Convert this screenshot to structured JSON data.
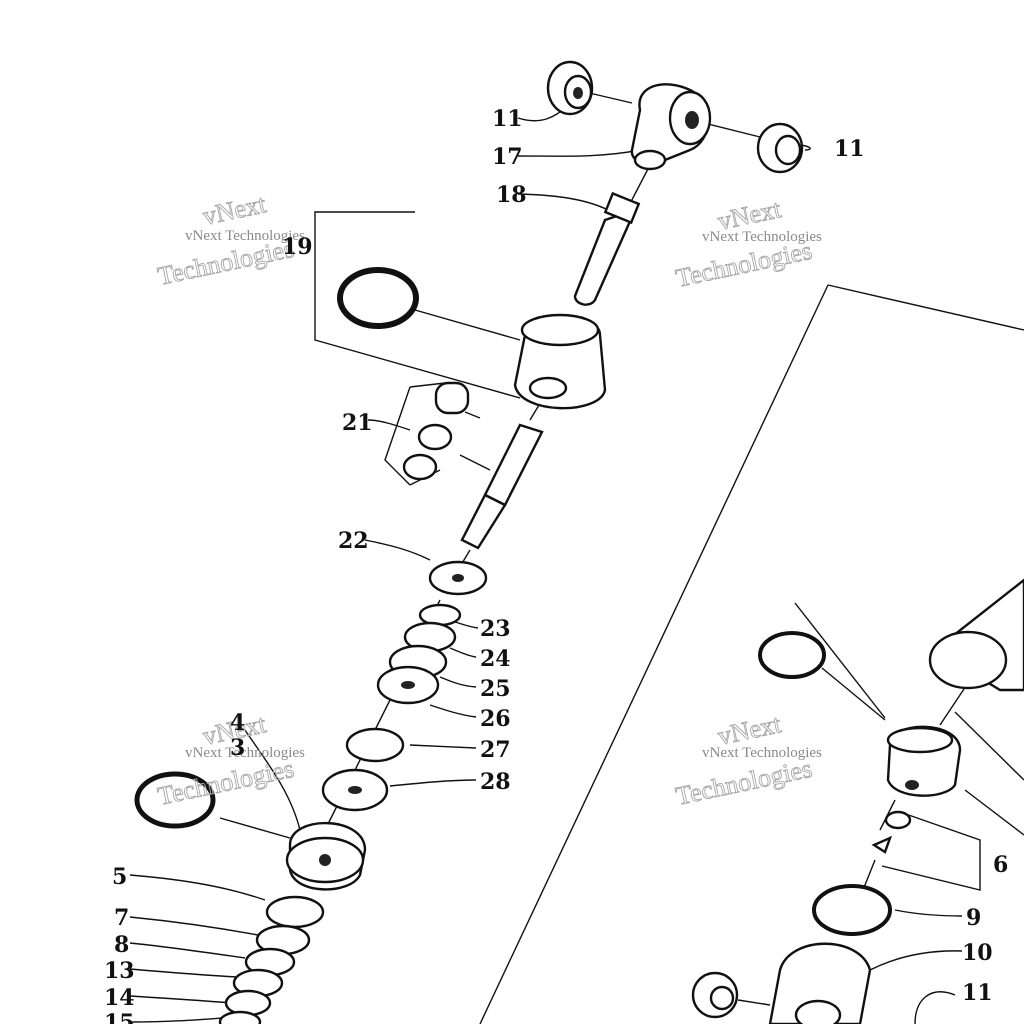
{
  "watermark": {
    "line1": "vNext",
    "line2": "Technologies",
    "small": "vNext Technologies"
  },
  "callouts": [
    {
      "id": "c11a",
      "text": "11"
    },
    {
      "id": "c17",
      "text": "17"
    },
    {
      "id": "c11b",
      "text": "11"
    },
    {
      "id": "c18",
      "text": "18"
    },
    {
      "id": "c19",
      "text": "19"
    },
    {
      "id": "c21",
      "text": "21"
    },
    {
      "id": "c22",
      "text": "22"
    },
    {
      "id": "c23",
      "text": "23"
    },
    {
      "id": "c24",
      "text": "24"
    },
    {
      "id": "c25",
      "text": "25"
    },
    {
      "id": "c26",
      "text": "26"
    },
    {
      "id": "c27",
      "text": "27"
    },
    {
      "id": "c28",
      "text": "28"
    },
    {
      "id": "c4",
      "text": "4"
    },
    {
      "id": "c3",
      "text": "3"
    },
    {
      "id": "c5",
      "text": "5"
    },
    {
      "id": "c7",
      "text": "7"
    },
    {
      "id": "c8",
      "text": "8"
    },
    {
      "id": "c13",
      "text": "13"
    },
    {
      "id": "c14",
      "text": "14"
    },
    {
      "id": "c15",
      "text": "15"
    },
    {
      "id": "c6",
      "text": "6"
    },
    {
      "id": "c9",
      "text": "9"
    },
    {
      "id": "c10",
      "text": "10"
    },
    {
      "id": "c11c",
      "text": "11"
    }
  ]
}
